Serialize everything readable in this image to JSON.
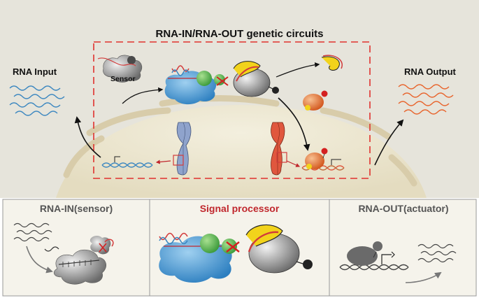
{
  "title": "RNA-IN/RNA-OUT genetic circuits",
  "rna_input": "RNA Input",
  "rna_output": "RNA Output",
  "sensor": "Sensor",
  "panels": {
    "sensor_title": "RNA-IN(sensor)",
    "processor_title": "Signal processor",
    "actuator_title": "RNA-OUT(actuator)"
  },
  "colors": {
    "background_top": "#e7e5dc",
    "cell": "#ece7d2",
    "dashed_box": "#e0312e",
    "processor_title": "#c0272d",
    "input_wave": "#3c87c0",
    "output_wave": "#e8642c",
    "chromosome_blue": "#8fa3cc",
    "chromosome_red": "#e0573e",
    "protein_orange": "#e8782e",
    "protein_green": "#5cb84c",
    "scaffold_blue": "#4d9fd6"
  }
}
